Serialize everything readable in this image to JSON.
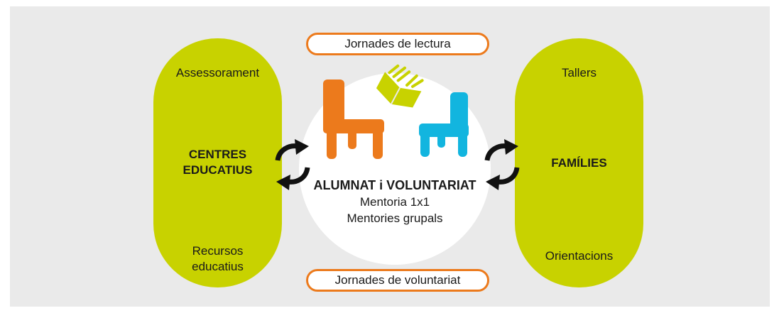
{
  "left": {
    "top_label": "Assessorament",
    "title_line1": "CENTRES",
    "title_line2": "EDUCATIUS",
    "bottom_line1": "Recursos",
    "bottom_line2": "educatius"
  },
  "right": {
    "top_label": "Tallers",
    "title": "FAMÍLIES",
    "bottom_label": "Orientacions"
  },
  "center": {
    "title": "ALUMNAT i VOLUNTARIAT",
    "line1": "Mentoria 1x1",
    "line2": "Mentories grupals",
    "icons": [
      "orange-chair-icon",
      "book-icon",
      "blue-chair-icon"
    ]
  },
  "tags": {
    "top": "Jornades de lectura",
    "bottom": "Jornades de voluntariat"
  },
  "colors": {
    "pill": "#c8d200",
    "tag_border": "#ec7a1c",
    "chair_orange": "#ec7a1c",
    "chair_blue": "#12b5df",
    "book": "#c8d200",
    "background": "#eaeaea"
  }
}
